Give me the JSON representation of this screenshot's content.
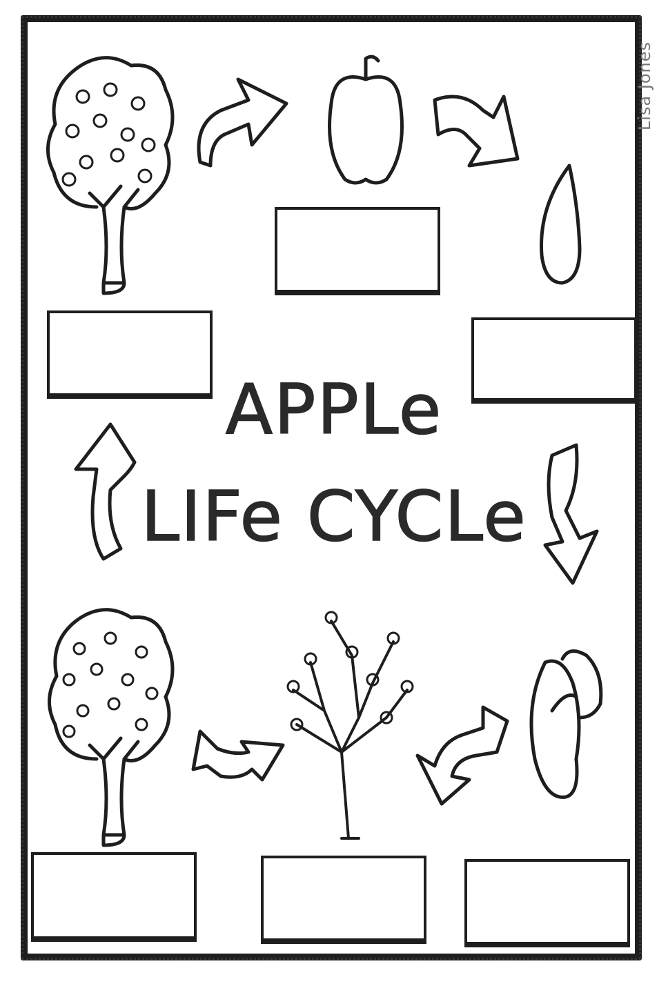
{
  "worksheet": {
    "title_line1": "APPLe",
    "title_line2": "LIFe CYCLe",
    "credit": "Lisa Jones"
  },
  "stages": [
    {
      "name": "apple tree with fruit",
      "label": ""
    },
    {
      "name": "apple",
      "label": ""
    },
    {
      "name": "seed",
      "label": ""
    },
    {
      "name": "sprout",
      "label": ""
    },
    {
      "name": "young tree",
      "label": ""
    },
    {
      "name": "flowering tree",
      "label": ""
    }
  ],
  "colors": {
    "ink": "#1e1e1e",
    "paper": "#ffffff"
  }
}
